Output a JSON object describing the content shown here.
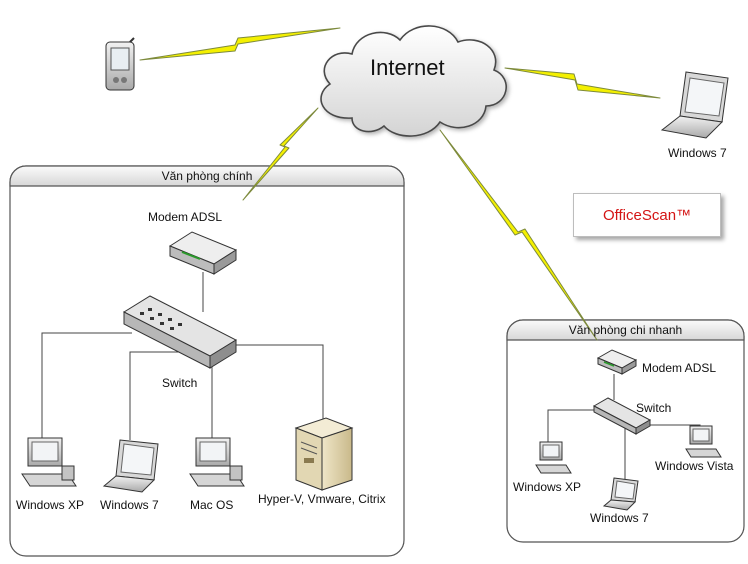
{
  "cloud": {
    "label": "Internet"
  },
  "remote": {
    "laptop_label": "Windows 7"
  },
  "brand": {
    "label": "OfficeScan™",
    "color": "#d41414"
  },
  "main_office": {
    "title": "Văn phòng chính",
    "modem_label": "Modem ADSL",
    "switch_label": "Switch",
    "clients": [
      "Windows XP",
      "Windows 7",
      "Mac OS",
      "Hyper-V, Vmware, Citrix"
    ]
  },
  "branch_office": {
    "title": "Văn phòng chi nhanh",
    "modem_label": "Modem ADSL",
    "switch_label": "Switch",
    "clients": [
      "Windows XP",
      "Windows 7",
      "Windows Vista"
    ]
  },
  "colors": {
    "lightning": "#f4f000",
    "lightning_stroke": "#7d8a3c",
    "box_border": "#555555"
  }
}
